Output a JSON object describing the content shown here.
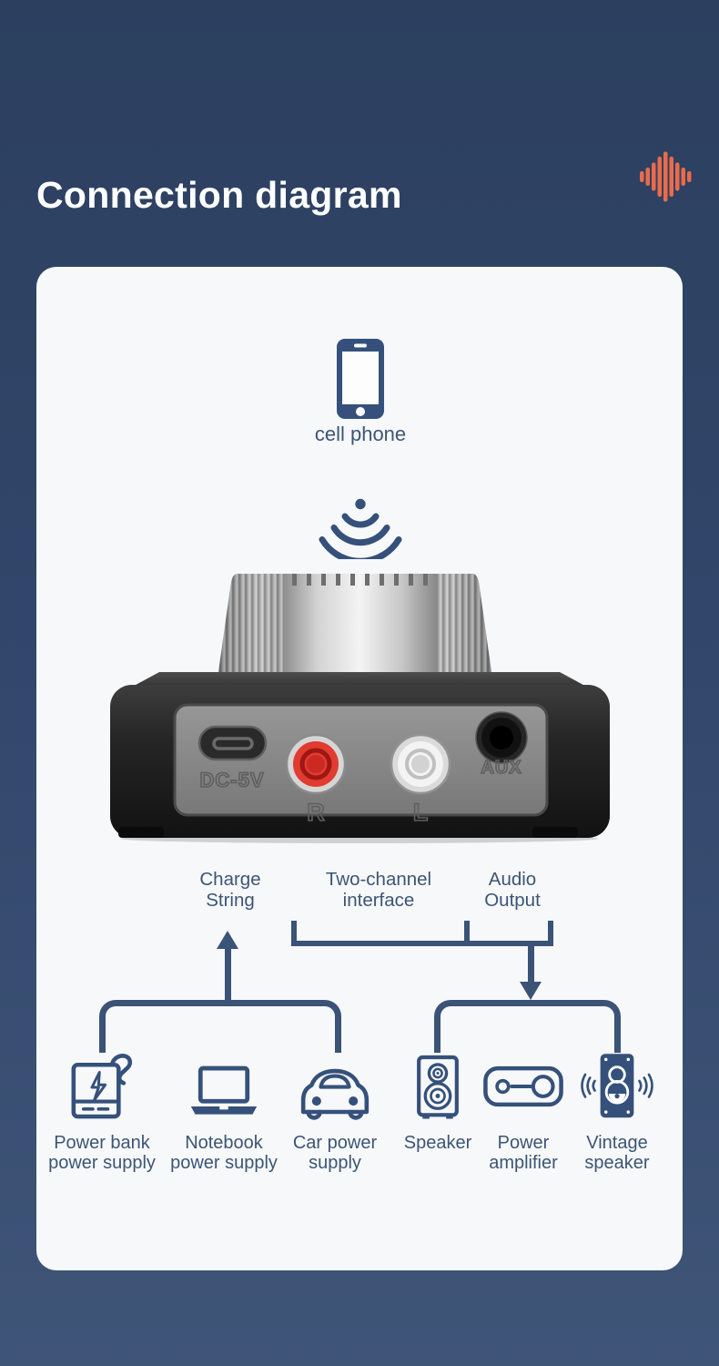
{
  "theme": {
    "background_top": "#2c3f5f",
    "background_bottom": "#3f5578",
    "card_background": "#f7f8f9",
    "accent_orange": "#ea6b4b",
    "diagram_blue": "#35517b",
    "connector_blue": "#3a5377",
    "label_text": "#3c5576",
    "title_text": "#ffffff"
  },
  "header": {
    "title": "Connection diagram",
    "icon": "audio-waveform-icon"
  },
  "diagram": {
    "phone": {
      "icon": "cell-phone-icon",
      "label": "cell phone"
    },
    "wireless_icon": "wireless-signal-icon",
    "device": {
      "name": "bluetooth-audio-receiver",
      "labels": {
        "usb": "DC-5V",
        "rca_right": "R",
        "rca_left": "L",
        "aux": "AUX"
      }
    },
    "sections": [
      {
        "line1": "Charge",
        "line2": "String"
      },
      {
        "line1": "Two-channel",
        "line2": "interface"
      },
      {
        "line1": "Audio",
        "line2": "Output"
      }
    ],
    "items": [
      {
        "icon": "power-bank-icon",
        "line1": "Power bank",
        "line2": "power supply"
      },
      {
        "icon": "notebook-icon",
        "line1": "Notebook",
        "line2": "power supply"
      },
      {
        "icon": "car-icon",
        "line1": "Car power",
        "line2": "supply"
      },
      {
        "icon": "speaker-icon",
        "line1": "Speaker",
        "line2": ""
      },
      {
        "icon": "amplifier-icon",
        "line1": "Power",
        "line2": "amplifier"
      },
      {
        "icon": "vintage-speaker-icon",
        "line1": "Vintage",
        "line2": "speaker"
      }
    ]
  }
}
